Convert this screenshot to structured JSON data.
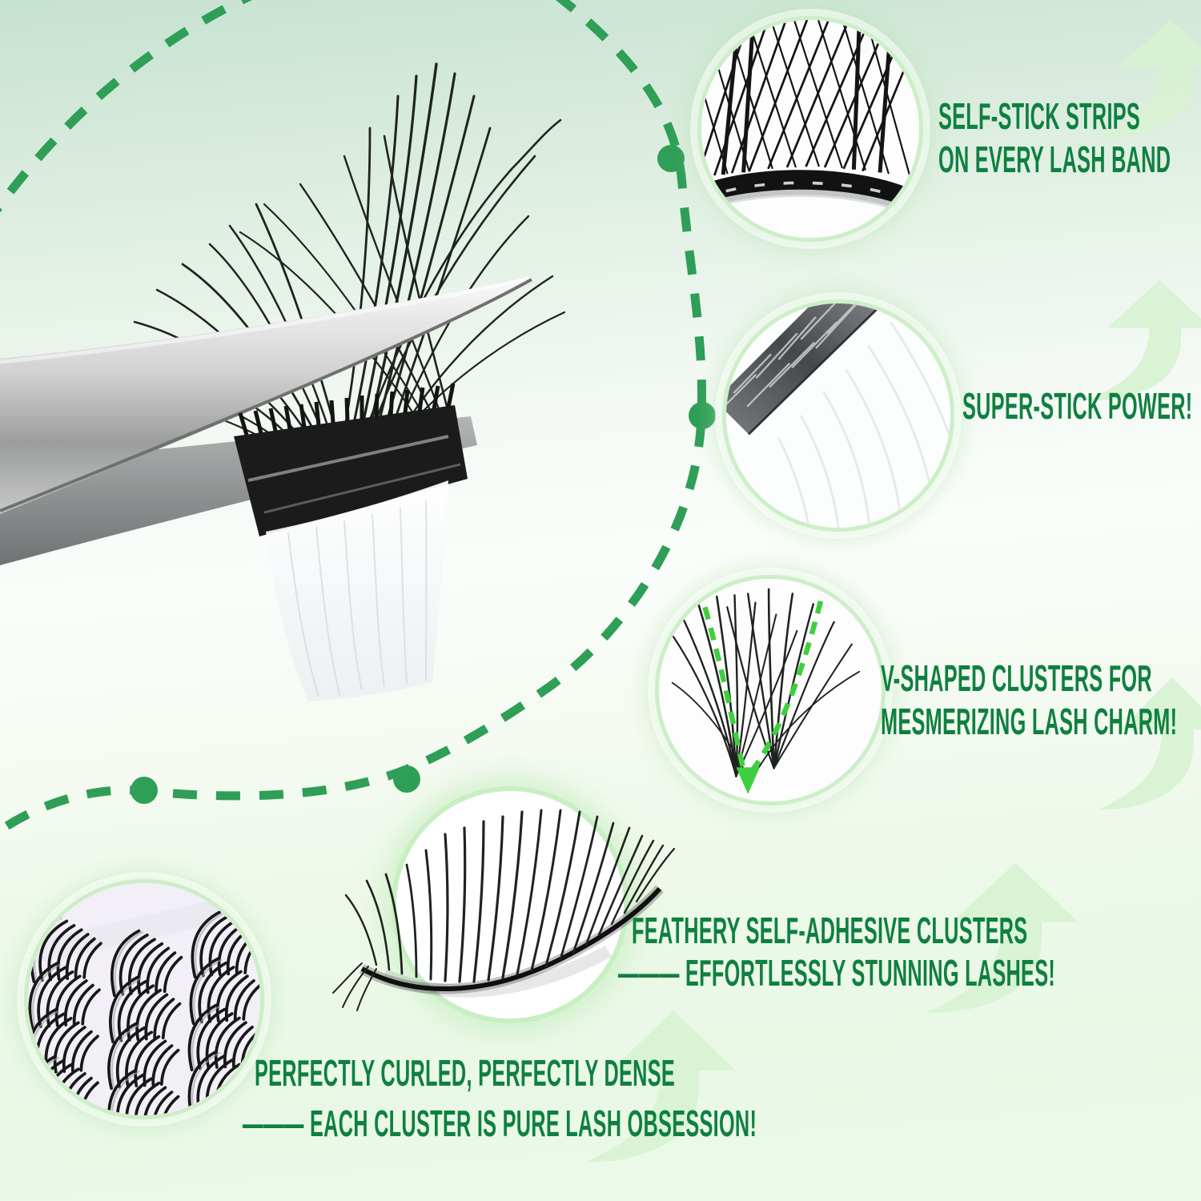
{
  "theme": {
    "text_green": "#0f8040",
    "path_green": "#2f9e57",
    "vivid_green": "#3ecf3e",
    "arrow_green": "#d7f2d2",
    "ring_green": "#cdeec8",
    "bg_top": "#c6e2d0",
    "bg_bottom": "#e9f8e6"
  },
  "callouts": [
    {
      "id": "self-stick-strips",
      "lines": [
        "SELF-STICK STRIPS",
        "ON EVERY LASH BAND"
      ]
    },
    {
      "id": "super-stick-power",
      "lines": [
        "SUPER-STICK POWER!"
      ]
    },
    {
      "id": "v-shaped-clusters",
      "lines": [
        "V-SHAPED CLUSTERS FOR",
        "MESMERIZING LASH CHARM!"
      ]
    },
    {
      "id": "feathery-clusters",
      "lines": [
        "FEATHERY SELF-ADHESIVE CLUSTERS",
        "——— EFFORTLESSLY STUNNING LASHES!"
      ]
    },
    {
      "id": "curled-dense",
      "lines": [
        "PERFECTLY CURLED, PERFECTLY DENSE",
        "——— EACH CLUSTER IS PURE LASH OBSESSION!"
      ]
    }
  ],
  "decor": {
    "up_arrow_count": 5,
    "orbit_dot_count": 4
  }
}
